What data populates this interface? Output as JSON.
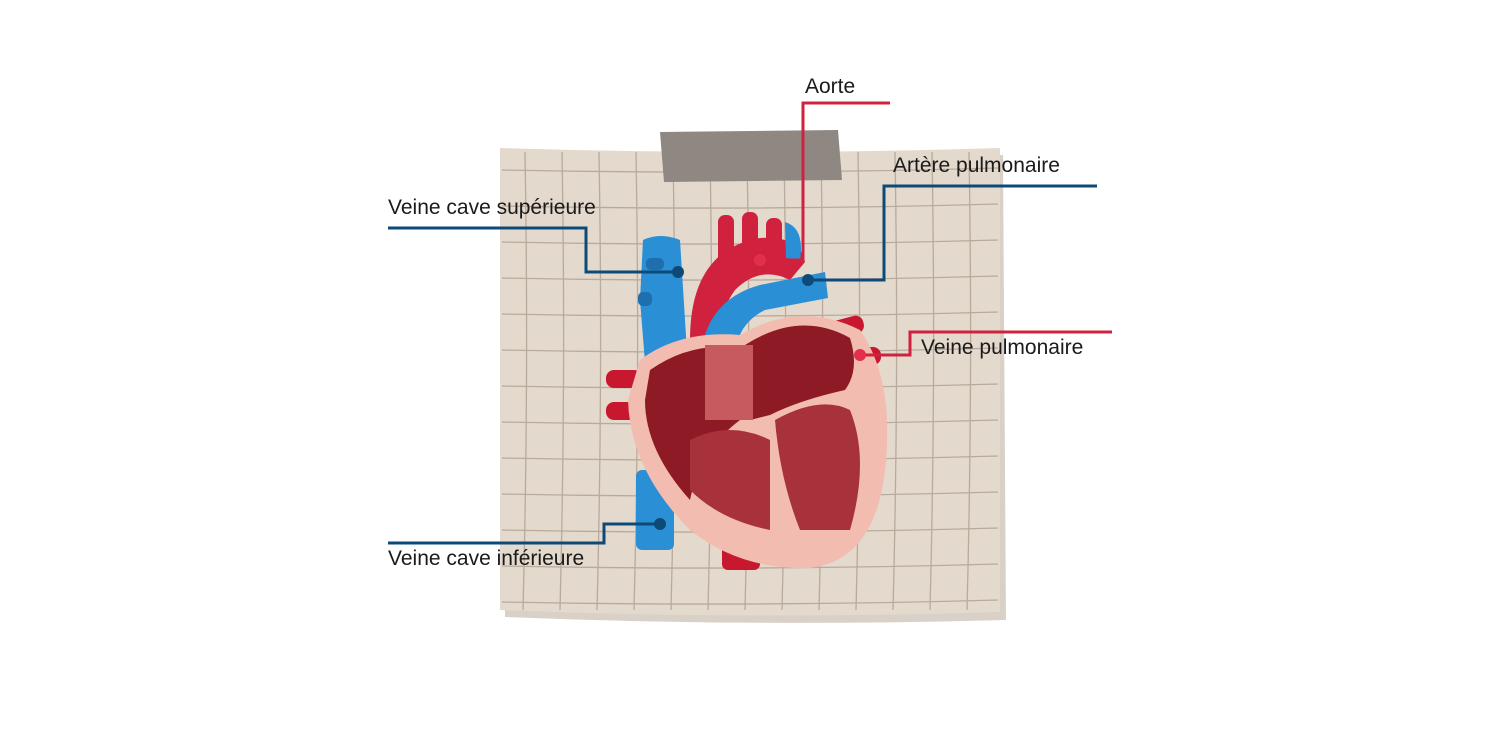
{
  "title": "Heart anatomy diagram",
  "colors": {
    "artery_red": "#d0223e",
    "vein_blue": "#0e4a78",
    "paper": "#e4d9cd",
    "grid": "#b9aa9b",
    "tape": "#8e8782"
  },
  "labels": {
    "aorte": "Aorte",
    "artere_pulmonaire": "Artère pulmonaire",
    "veine_cave_superieure": "Veine cave supérieure",
    "veine_pulmonaire": "Veine pulmonaire",
    "veine_cave_inferieure": "Veine cave inférieure"
  }
}
